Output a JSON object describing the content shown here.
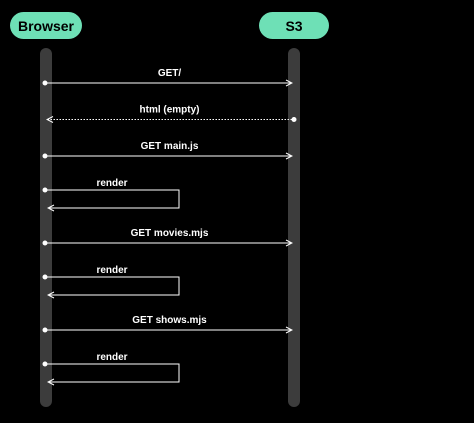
{
  "participants": {
    "browser": "Browser",
    "s3": "S3"
  },
  "messages": [
    {
      "from": "browser",
      "to": "s3",
      "label": "GET/",
      "style": "solid"
    },
    {
      "from": "s3",
      "to": "browser",
      "label": "html (empty)",
      "style": "dotted"
    },
    {
      "from": "browser",
      "to": "s3",
      "label": "GET main.js",
      "style": "solid"
    },
    {
      "from": "browser",
      "to": "browser",
      "label": "render",
      "style": "self"
    },
    {
      "from": "browser",
      "to": "s3",
      "label": "GET movies.mjs",
      "style": "solid"
    },
    {
      "from": "browser",
      "to": "browser",
      "label": "render",
      "style": "self"
    },
    {
      "from": "browser",
      "to": "s3",
      "label": "GET shows.mjs",
      "style": "solid"
    },
    {
      "from": "browser",
      "to": "browser",
      "label": "render",
      "style": "self"
    }
  ],
  "colors": {
    "background": "#000000",
    "participant_fill": "#6ee0b6",
    "lifeline": "#3c3c3c",
    "arrow": "#ffffff"
  }
}
